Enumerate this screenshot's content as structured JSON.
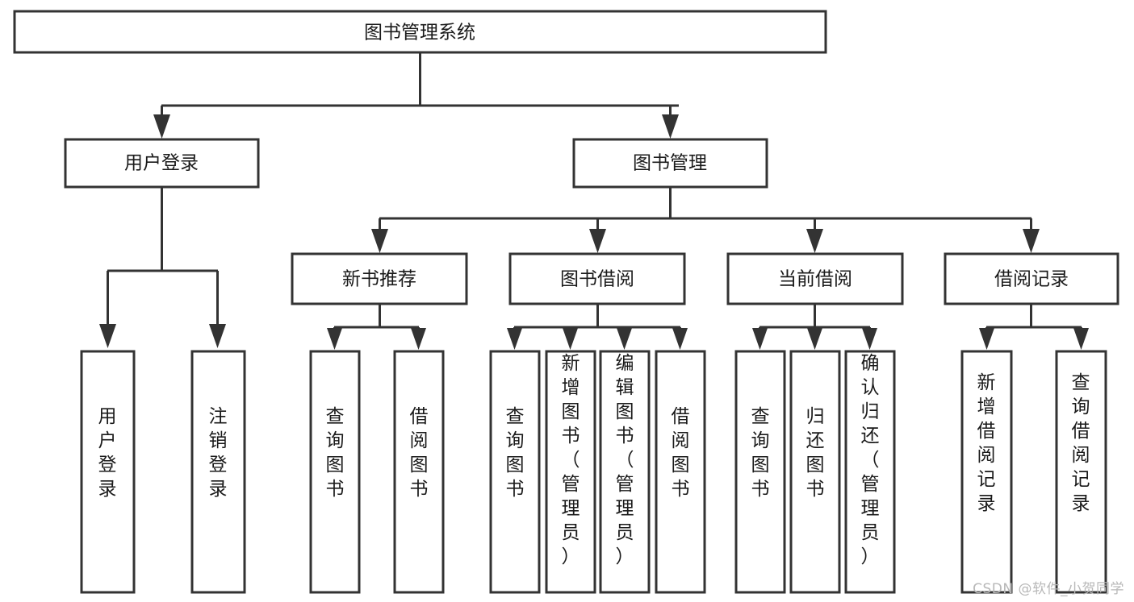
{
  "diagram": {
    "type": "tree-flowchart",
    "title": "图书管理系统",
    "orientation": "top-down",
    "background_color": "#ffffff",
    "stroke_color": "#333333",
    "text_color": "#1a1a1a",
    "nodes": {
      "root": {
        "label": "图书管理系统"
      },
      "level1": [
        {
          "id": "user-login",
          "label": "用户登录"
        },
        {
          "id": "book-manage",
          "label": "图书管理"
        }
      ],
      "level2": [
        {
          "id": "new-book-recommend",
          "label": "新书推荐"
        },
        {
          "id": "book-borrow",
          "label": "图书借阅"
        },
        {
          "id": "current-borrow",
          "label": "当前借阅"
        },
        {
          "id": "borrow-record",
          "label": "借阅记录"
        }
      ],
      "leaves": {
        "user_login_children": [
          {
            "id": "leaf-user-login",
            "label": "用户登录"
          },
          {
            "id": "leaf-logout",
            "label": "注销登录"
          }
        ],
        "new_book_recommend_children": [
          {
            "id": "leaf-query-book-1",
            "label": "查询图书"
          },
          {
            "id": "leaf-borrow-book-1",
            "label": "借阅图书"
          }
        ],
        "book_borrow_children": [
          {
            "id": "leaf-query-book-2",
            "label": "查询图书"
          },
          {
            "id": "leaf-add-book",
            "label": "新增图书（管理员）"
          },
          {
            "id": "leaf-edit-book",
            "label": "编辑图书（管理员）"
          },
          {
            "id": "leaf-borrow-book-2",
            "label": "借阅图书"
          }
        ],
        "current_borrow_children": [
          {
            "id": "leaf-query-book-3",
            "label": "查询图书"
          },
          {
            "id": "leaf-return-book",
            "label": "归还图书"
          },
          {
            "id": "leaf-confirm-return",
            "label": "确认归还（管理员）"
          }
        ],
        "borrow_record_children": [
          {
            "id": "leaf-add-record",
            "label": "新增借阅记录"
          },
          {
            "id": "leaf-query-record",
            "label": "查询借阅记录"
          }
        ]
      }
    }
  },
  "watermark": {
    "label": "CSDN @软件_小贺同学"
  }
}
